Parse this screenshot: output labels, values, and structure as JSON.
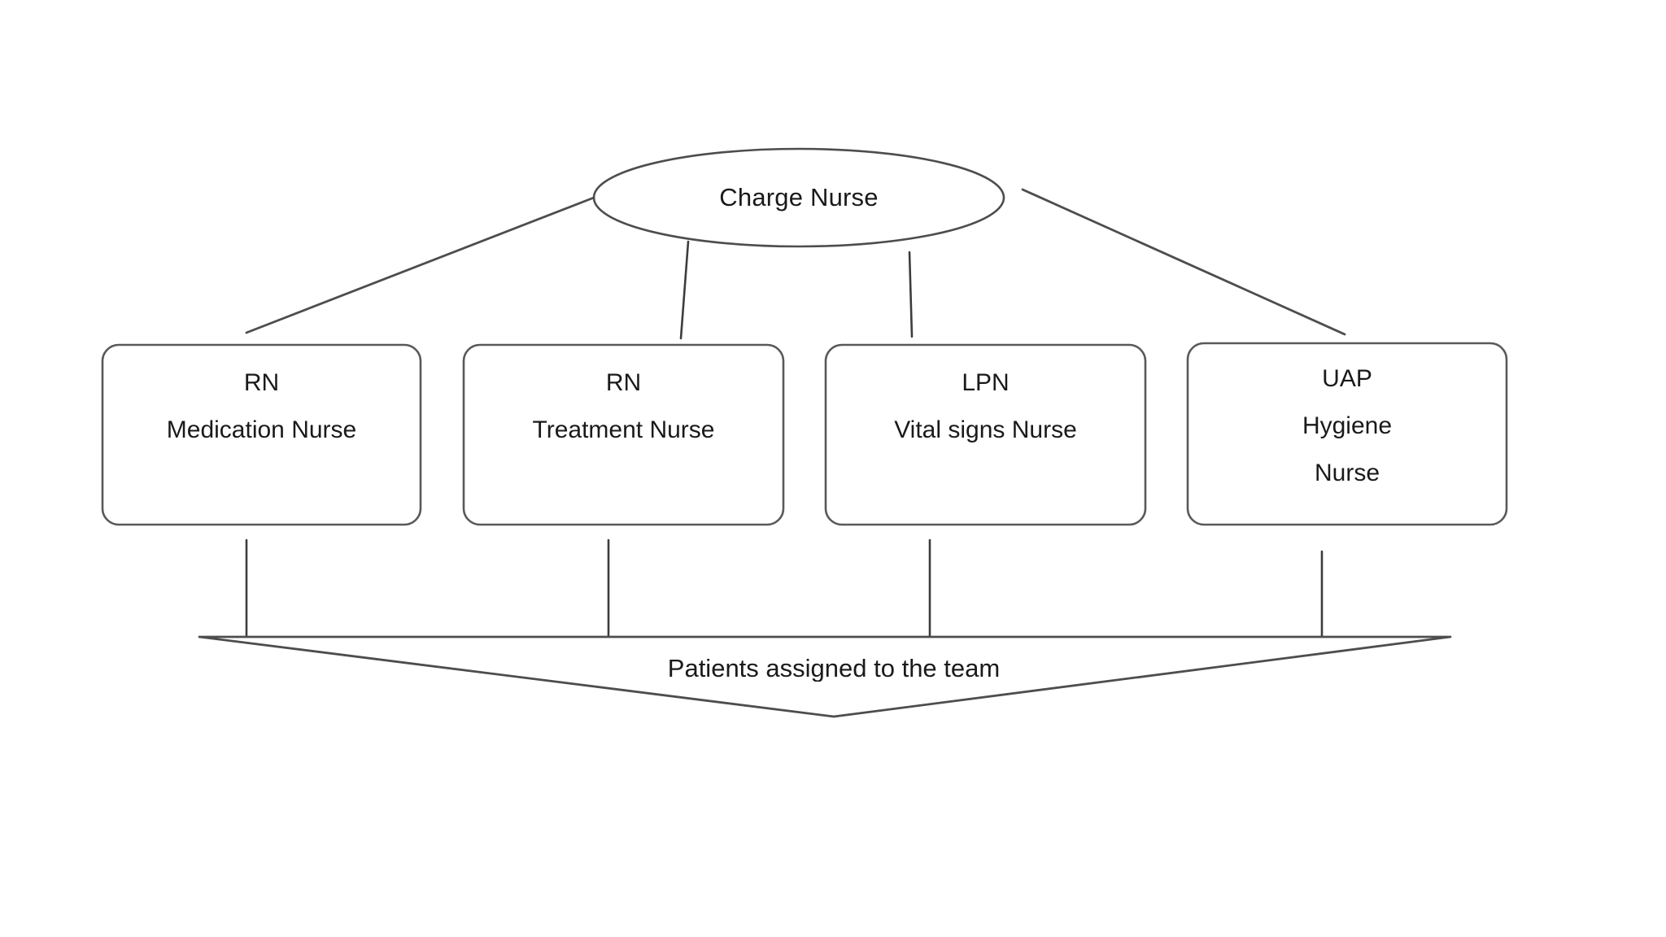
{
  "diagram": {
    "title_text": "Charge Nurse",
    "root": {
      "label": "Charge Nurse",
      "shape": "ellipse"
    },
    "nodes": [
      {
        "id": "rn-medication-nurse",
        "shape": "rounded-rect",
        "lines": [
          "RN",
          "Medication Nurse"
        ],
        "line1": "RN",
        "line2": "Medication Nurse",
        "line3": ""
      },
      {
        "id": "rn-treatment-nurse",
        "shape": "rounded-rect",
        "lines": [
          "RN",
          "Treatment Nurse"
        ],
        "line1": "RN",
        "line2": "Treatment Nurse",
        "line3": ""
      },
      {
        "id": "lpn-vital-signs-nurse",
        "shape": "rounded-rect",
        "lines": [
          "LPN",
          "Vital signs Nurse"
        ],
        "line1": "LPN",
        "line2": "Vital signs Nurse",
        "line3": ""
      },
      {
        "id": "uap-hygiene-nurse",
        "shape": "rounded-rect",
        "lines": [
          "UAP",
          "Hygiene",
          "Nurse"
        ],
        "line1": "UAP",
        "line2": "Hygiene",
        "line3": "Nurse"
      }
    ],
    "footer": {
      "label": "Patients assigned to the team",
      "shape": "chevron"
    },
    "colors": {
      "stroke": "#4d4d4d",
      "stroke_light": "#595959",
      "text": "#1a1a1a",
      "background": "#ffffff"
    }
  }
}
